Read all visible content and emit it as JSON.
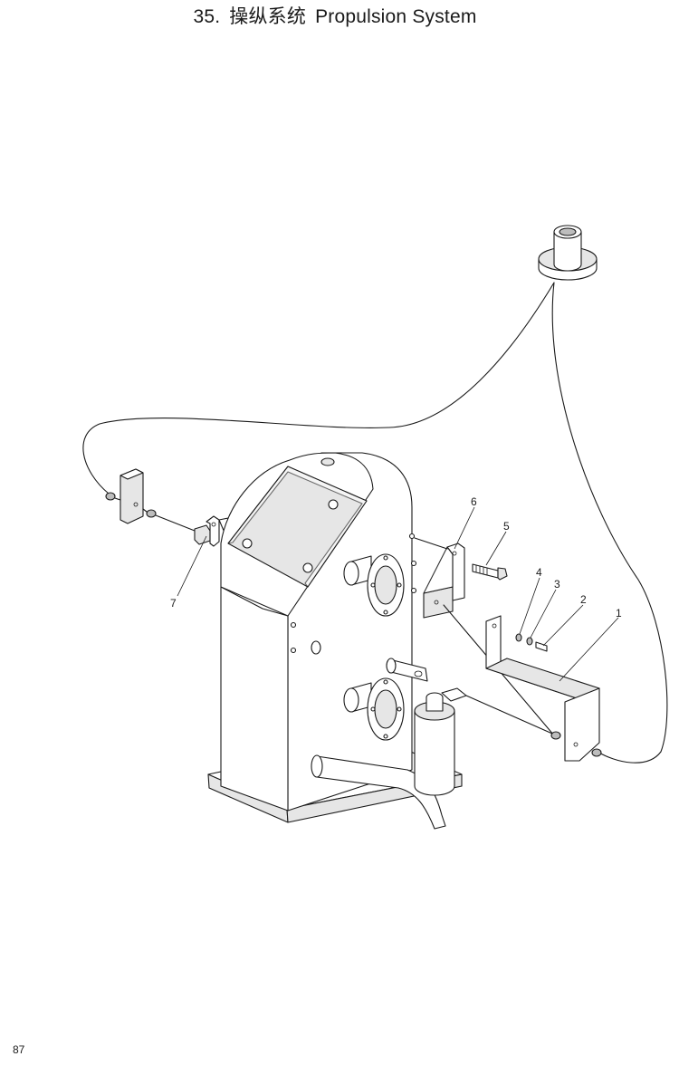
{
  "page": {
    "title_number": "35.",
    "title_cn": "操纵系统",
    "title_en": "Propulsion System",
    "page_number": "87"
  },
  "callouts": {
    "c1": "1",
    "c2": "2",
    "c3": "3",
    "c4": "4",
    "c5": "5",
    "c6": "6",
    "c7": "7"
  }
}
